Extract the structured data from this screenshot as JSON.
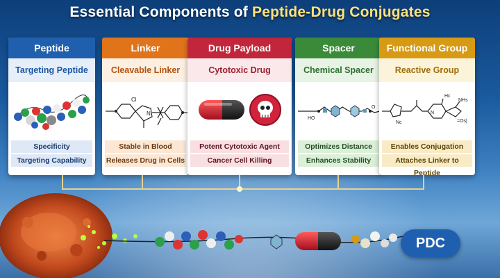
{
  "title_main": "Essential Components of ",
  "title_highlight": "Peptide-Drug Conjugates",
  "cards": [
    {
      "header": "Peptide",
      "subtitle": "Targeting Peptide",
      "features": [
        "Specificity",
        "Targeting Capability"
      ]
    },
    {
      "header": "Linker",
      "subtitle": "Cleavable Linker",
      "features": [
        "Stable in Blood",
        "Releases Drug in Cells"
      ]
    },
    {
      "header": "Drug Payload",
      "subtitle": "Cytotoxic Drug",
      "features": [
        "Potent Cytotoxic Agent",
        "Cancer Cell Killing"
      ]
    },
    {
      "header": "Spacer",
      "subtitle": "Chemical Spacer",
      "features": [
        "Optimizes Distance",
        "Enhances Stability"
      ]
    },
    {
      "header": "Functional Group",
      "subtitle": "Reactive Group",
      "features": [
        "Enables Conjugation",
        "Attaches Linker to Peptide"
      ]
    }
  ],
  "labels": {
    "linker_cl": "Cl",
    "linker_n": "N",
    "spacer_ho": "HO",
    "spacer_o": "O",
    "fg_hc": "Hc",
    "fg_nh": "NHs",
    "fg_nc": "Nc",
    "fg_o": "=Os|",
    "fg_n": "N"
  },
  "badge": "PDC",
  "colors": {
    "peptide": "#1f5fae",
    "linker": "#e0741b",
    "payload": "#c2263a",
    "spacer": "#3a8a3a",
    "functional": "#d69a14"
  }
}
